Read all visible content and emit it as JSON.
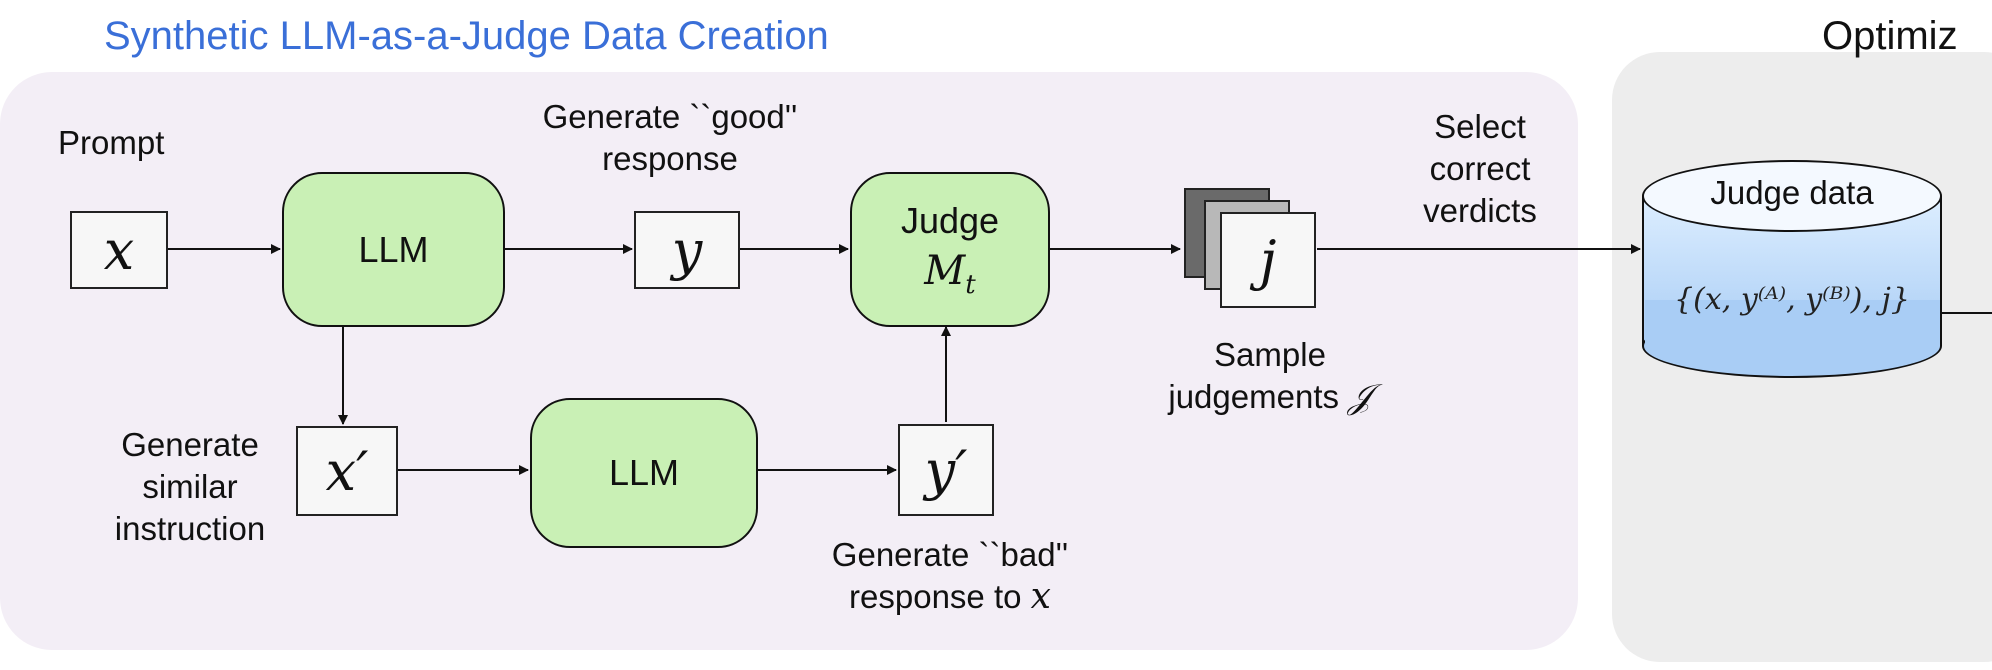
{
  "title": "Synthetic LLM-as-a-Judge Data Creation",
  "title_right": "Optimiz",
  "labels": {
    "prompt": "Prompt",
    "generate_good_1": "Generate ``good''",
    "generate_good_2": "response",
    "select_1": "Select",
    "select_2": "correct",
    "select_3": "verdicts",
    "sample_1": "Sample",
    "sample_2": "judgements",
    "sample_symbol": "𝒥",
    "gen_similar_1": "Generate",
    "gen_similar_2": "similar",
    "gen_similar_3": "instruction",
    "gen_bad_1": "Generate ``bad''",
    "gen_bad_2": "response to",
    "gen_bad_var": "x"
  },
  "nodes": {
    "x": "x",
    "llm_top": "LLM",
    "y": "y",
    "judge": "Judge",
    "judge_model": "M",
    "judge_model_sub": "t",
    "j": "j",
    "x_prime": "x′",
    "llm_bottom": "LLM",
    "y_prime": "y′"
  },
  "database": {
    "label": "Judge data",
    "content": "{(x, y⁽ᴬ⁾, y⁽ᴮ⁾), j}"
  },
  "colors": {
    "title": "#3a6fd8",
    "llm_fill": "#c9f0b5",
    "panel_left": "#f3eef6",
    "panel_right": "#ededed",
    "db_fill": "#a9cdf5"
  }
}
